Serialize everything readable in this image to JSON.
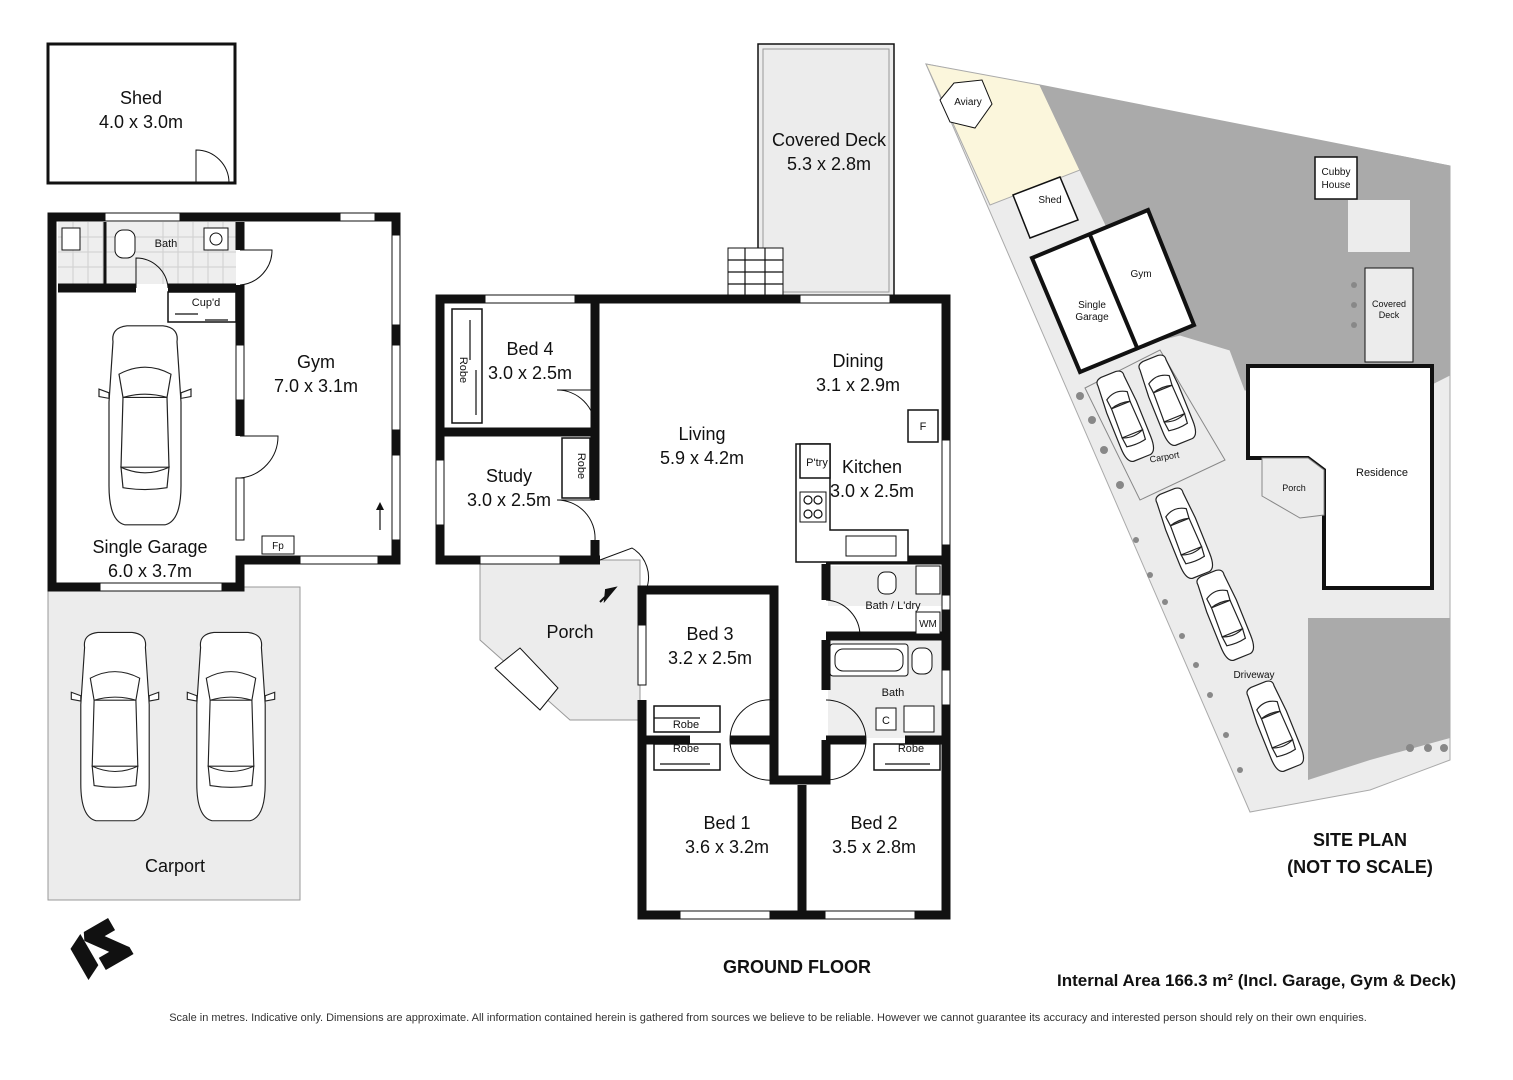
{
  "title": "GROUND FLOOR",
  "area": "Internal Area 166.3 m² (Incl. Garage, Gym & Deck)",
  "disclaimer": "Scale in metres. Indicative only. Dimensions are approximate. All information contained herein is gathered from sources we believe to be reliable. However we cannot guarantee its accuracy and interested person should rely on their own enquiries.",
  "rooms": {
    "shed": {
      "name": "Shed",
      "dims": "4.0 x 3.0m"
    },
    "gym": {
      "name": "Gym",
      "dims": "7.0 x 3.1m"
    },
    "bath_outbuilding": {
      "name": "Bath"
    },
    "cupd": {
      "name": "Cup'd"
    },
    "single_garage": {
      "name": "Single Garage",
      "dims": "6.0 x 3.7m"
    },
    "carport": {
      "name": "Carport"
    },
    "fp": {
      "name": "Fp"
    },
    "covered_deck": {
      "name": "Covered Deck",
      "dims": "5.3 x 2.8m"
    },
    "bed4": {
      "name": "Bed 4",
      "dims": "3.0 x 2.5m"
    },
    "study": {
      "name": "Study",
      "dims": "3.0 x 2.5m"
    },
    "living": {
      "name": "Living",
      "dims": "5.9 x 4.2m"
    },
    "dining": {
      "name": "Dining",
      "dims": "3.1 x 2.9m"
    },
    "kitchen": {
      "name": "Kitchen",
      "dims": "3.0 x 2.5m"
    },
    "pantry": {
      "name": "P'try"
    },
    "fridge": {
      "name": "F"
    },
    "porch": {
      "name": "Porch"
    },
    "bed3": {
      "name": "Bed 3",
      "dims": "3.2 x 2.5m"
    },
    "bath_laundry": {
      "name": "Bath / L'dry"
    },
    "wm": {
      "name": "WM"
    },
    "bath": {
      "name": "Bath"
    },
    "c": {
      "name": "C"
    },
    "bed1": {
      "name": "Bed 1",
      "dims": "3.6 x 3.2m"
    },
    "bed2": {
      "name": "Bed 2",
      "dims": "3.5 x 2.8m"
    },
    "robe": "Robe"
  },
  "site_plan": {
    "title_line1": "SITE PLAN",
    "title_line2": "(NOT TO SCALE)",
    "aviary": "Aviary",
    "shed": "Shed",
    "gym": "Gym",
    "single_garage_l1": "Single",
    "single_garage_l2": "Garage",
    "cubby_l1": "Cubby",
    "cubby_l2": "House",
    "covered_deck_l1": "Covered",
    "covered_deck_l2": "Deck",
    "carport": "Carport",
    "porch": "Porch",
    "residence": "Residence",
    "driveway": "Driveway"
  }
}
